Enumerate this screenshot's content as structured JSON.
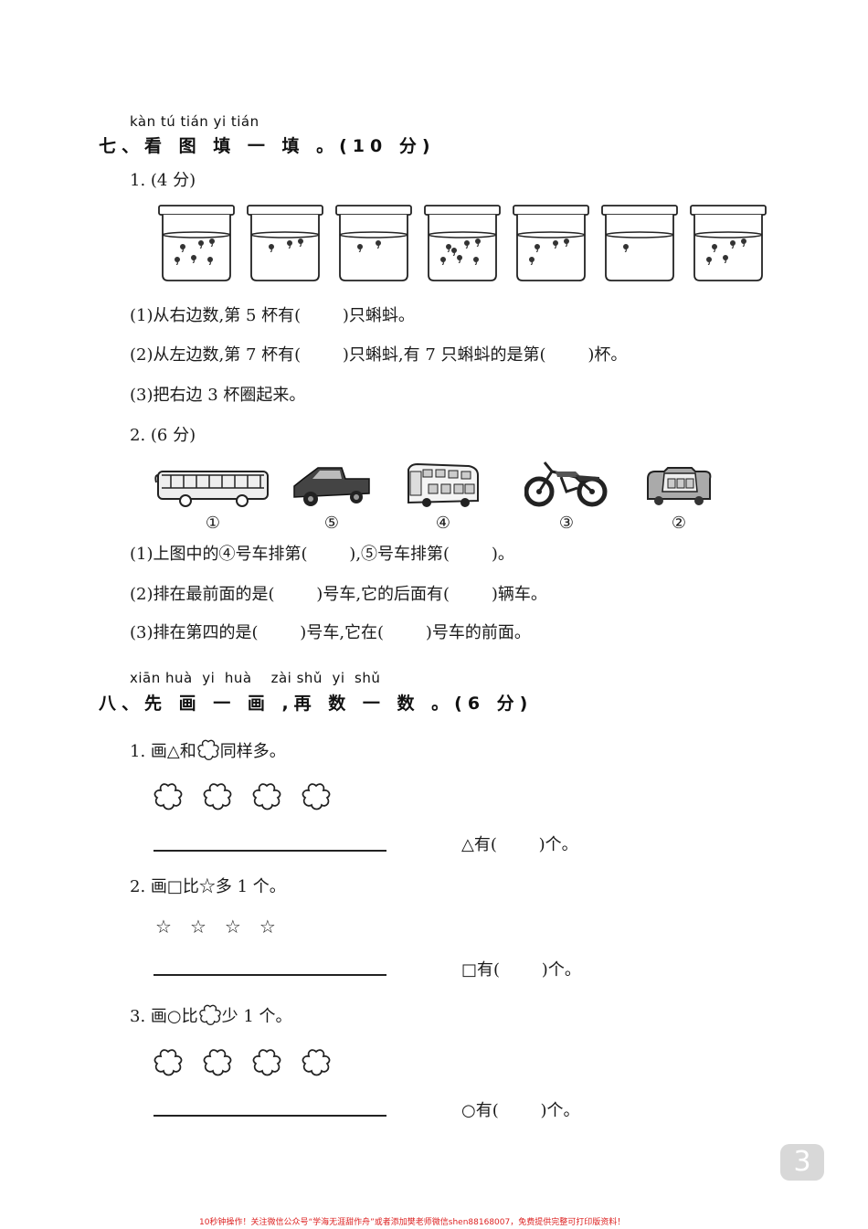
{
  "section7": {
    "pinyin": "kàn tú tián yi tián",
    "title": "七、看 图 填 一 填 。(10 分)",
    "q1": {
      "label": "1. (4 分)",
      "cups": [
        {
          "tadpoles": 6
        },
        {
          "tadpoles": 3
        },
        {
          "tadpoles": 2
        },
        {
          "tadpoles": 7
        },
        {
          "tadpoles": 4
        },
        {
          "tadpoles": 1
        },
        {
          "tadpoles": 5
        }
      ],
      "sub1": "(1)从右边数,第 5 杯有(        )只蝌蚪。",
      "sub2": "(2)从左边数,第 7 杯有(        )只蝌蚪,有 7 只蝌蚪的是第(        )杯。",
      "sub3": "(3)把右边 3 杯圈起来。"
    },
    "q2": {
      "label": "2. (6 分)",
      "vehicles": [
        {
          "type": "bus",
          "label": "①"
        },
        {
          "type": "pickup-truck",
          "label": "⑤"
        },
        {
          "type": "double-decker-bus",
          "label": "④"
        },
        {
          "type": "motorcycle",
          "label": "③"
        },
        {
          "type": "car",
          "label": "②"
        }
      ],
      "sub1": "(1)上图中的④号车排第(        ),⑤号车排第(        )。",
      "sub2": "(2)排在最前面的是(        )号车,它的后面有(        )辆车。",
      "sub3": "(3)排在第四的是(        )号车,它在(        )号车的前面。"
    }
  },
  "section8": {
    "pinyin": "xiān huà  yi  huà    zài shǔ  yi  shǔ",
    "title": "八、先 画 一 画 ,再 数 一 数 。(6 分)",
    "q1": {
      "label_prefix": "1. 画△和",
      "label_suffix": "同样多。",
      "flower_count": 4,
      "answer": "△有(        )个。"
    },
    "q2": {
      "label": "2. 画□比☆多 1 个。",
      "stars": [
        "☆",
        "☆",
        "☆",
        "☆"
      ],
      "answer": "□有(        )个。"
    },
    "q3": {
      "label_prefix": "3. 画○比",
      "label_suffix": "少 1 个。",
      "flower_count": 4,
      "answer": "○有(        )个。"
    }
  },
  "page_number": "3",
  "footer": "10秒钟操作！关注微信公众号“学海无涯甜作舟”或者添加樊老师微信shen88168007，免费提供完整可打印版资料！"
}
